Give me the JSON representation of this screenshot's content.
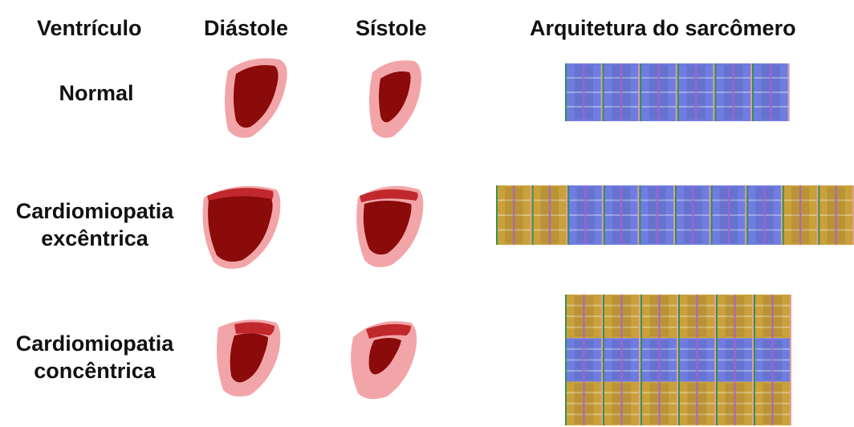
{
  "headers": {
    "ventricle": "Ventrículo",
    "diastole": "Diástole",
    "systole": "Sístole",
    "sarcomere": "Arquitetura do sarcômero"
  },
  "rows": [
    {
      "label_line1": "Normal",
      "label_line2": ""
    },
    {
      "label_line1": "Cardiomiopatia",
      "label_line2": "excêntrica"
    },
    {
      "label_line1": "Cardiomiopatia",
      "label_line2": "concêntrica"
    }
  ],
  "colors": {
    "wall": "#f2a5a8",
    "cavity": "#8b0a0a",
    "band_dark": "#c0282c",
    "sarcomere_blue": "#6f7de0",
    "sarcomere_gold": "#c9a03a",
    "m_line": "#b05cd6",
    "z_line": "#2a8f4a"
  }
}
